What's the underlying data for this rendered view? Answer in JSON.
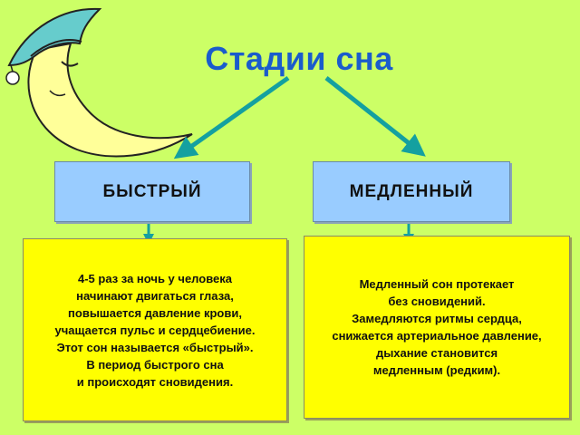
{
  "title": "Стадии сна",
  "stages": {
    "fast": {
      "label": "БЫСТРЫЙ",
      "lines": [
        "4-5 раз за ночь у человека",
        "начинают двигаться глаза,",
        "повышается давление крови,",
        "учащается пульс и сердцебиение.",
        "Этот сон называется «быстрый».",
        "В период быстрого сна",
        "и происходят сновидения."
      ]
    },
    "slow": {
      "label": "МЕДЛЕННЫЙ",
      "lines": [
        "Медленный сон протекает",
        "без сновидений.",
        "Замедляются ритмы сердца,",
        "снижается артериальное давление,",
        "дыхание становится",
        "медленным (редким)."
      ]
    }
  },
  "colors": {
    "background": "#ccff66",
    "title": "#1a5ccc",
    "arrow": "#14a0a0",
    "stage_box": "#99ccff",
    "description_box": "#ffff00",
    "moon": "#ffff99",
    "nightcap": "#66cccc"
  },
  "icons": [
    "sleeping-moon-icon",
    "nightcap-icon"
  ]
}
